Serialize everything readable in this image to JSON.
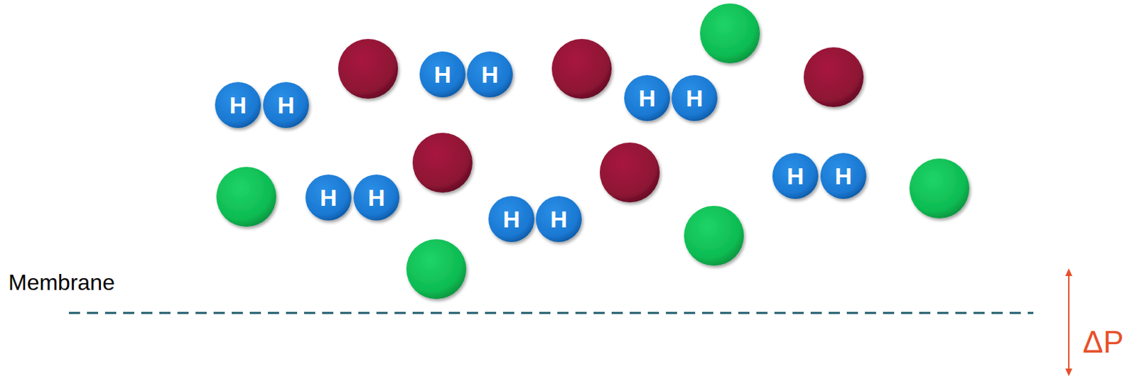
{
  "diagram": {
    "nodes": [
      {
        "text": [
          "H"
        ]
      },
      {
        "text": [
          "H"
        ]
      },
      {
        "text": [
          "H"
        ]
      },
      {
        "text": [
          "H"
        ]
      },
      {
        "text": [
          "H"
        ]
      },
      {
        "text": [
          "H"
        ]
      },
      {
        "text": [
          "H"
        ]
      },
      {
        "text": [
          "H"
        ]
      },
      {
        "text": [
          "H"
        ]
      },
      {
        "text": [
          "H"
        ]
      },
      {
        "text": [
          "H"
        ]
      },
      {
        "text": [
          "H"
        ]
      }
    ],
    "labels": [
      "Membrane",
      "ΔP"
    ]
  }
}
